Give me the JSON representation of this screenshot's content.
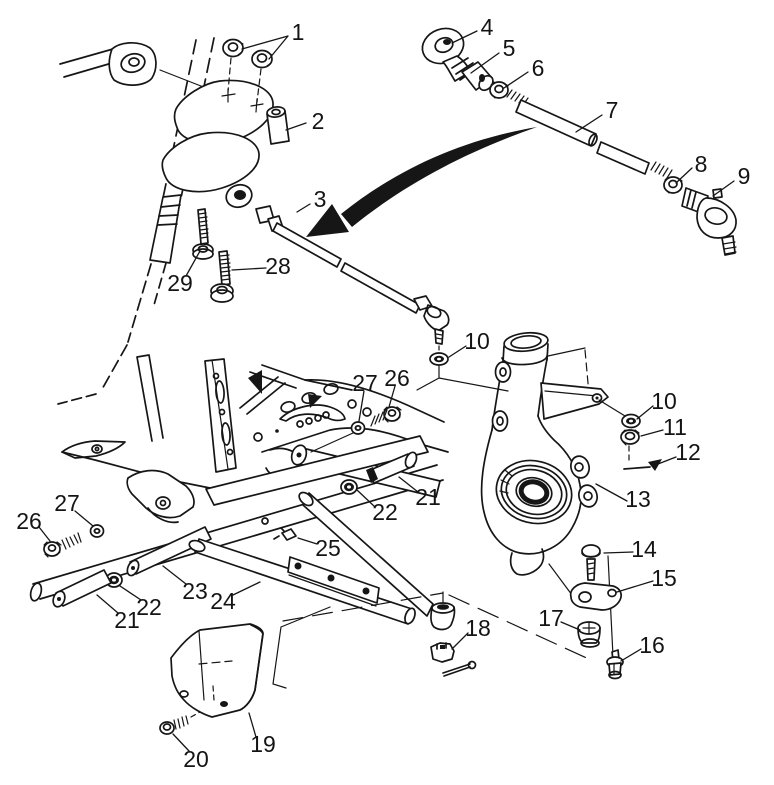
{
  "figure": {
    "kind": "exploded-parts-diagram",
    "subject": "steering-and-a-arm-strut-assembly",
    "background_color": "#ffffff",
    "line_color": "#161616"
  },
  "callouts": [
    {
      "part": "1",
      "label": "1"
    },
    {
      "part": "2",
      "label": "2"
    },
    {
      "part": "3",
      "label": "3"
    },
    {
      "part": "4",
      "label": "4"
    },
    {
      "part": "5",
      "label": "5"
    },
    {
      "part": "6",
      "label": "6"
    },
    {
      "part": "7",
      "label": "7"
    },
    {
      "part": "8",
      "label": "8"
    },
    {
      "part": "9",
      "label": "9"
    },
    {
      "part": "10",
      "label": "10"
    },
    {
      "part": "10",
      "label": "10"
    },
    {
      "part": "11",
      "label": "11"
    },
    {
      "part": "12",
      "label": "12"
    },
    {
      "part": "13",
      "label": "13"
    },
    {
      "part": "14",
      "label": "14"
    },
    {
      "part": "15",
      "label": "15"
    },
    {
      "part": "16",
      "label": "16"
    },
    {
      "part": "17",
      "label": "17"
    },
    {
      "part": "18",
      "label": "18"
    },
    {
      "part": "19",
      "label": "19"
    },
    {
      "part": "20",
      "label": "20"
    },
    {
      "part": "21",
      "label": "21"
    },
    {
      "part": "22",
      "label": "22"
    },
    {
      "part": "21",
      "label": "21"
    },
    {
      "part": "22",
      "label": "22"
    },
    {
      "part": "23",
      "label": "23"
    },
    {
      "part": "24",
      "label": "24"
    },
    {
      "part": "25",
      "label": "25"
    },
    {
      "part": "26",
      "label": "26"
    },
    {
      "part": "27",
      "label": "27"
    },
    {
      "part": "26",
      "label": "26"
    },
    {
      "part": "27",
      "label": "27"
    },
    {
      "part": "28",
      "label": "28"
    },
    {
      "part": "29",
      "label": "29"
    }
  ]
}
